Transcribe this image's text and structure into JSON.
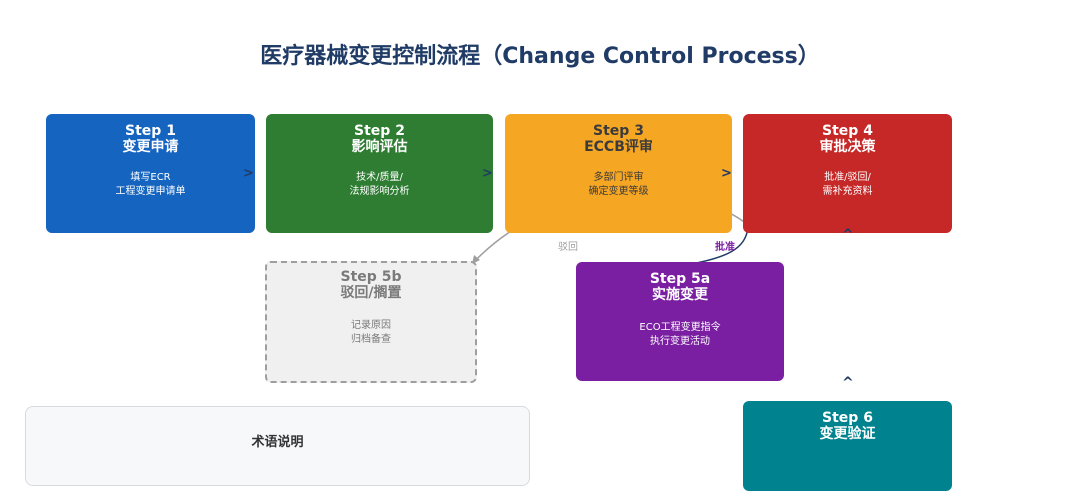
{
  "title": "医疗器械变更控制流程（Change Control Process）",
  "steps": {
    "s1": {
      "num": "Step 1",
      "name": "变更申请",
      "desc": "填写ECR\n工程变更申请单",
      "color": "#1565c0"
    },
    "s2": {
      "num": "Step 2",
      "name": "影响评估",
      "desc": "技术/质量/\n法规影响分析",
      "color": "#2e7d32"
    },
    "s3": {
      "num": "Step 3",
      "name": "ECCB评审",
      "desc": "多部门评审\n确定变更等级",
      "color": "#f5a623"
    },
    "s4": {
      "num": "Step 4",
      "name": "审批决策",
      "desc": "批准/驳回/\n需补充资料",
      "color": "#c62828"
    },
    "s5a": {
      "num": "Step 5a",
      "name": "实施变更",
      "desc": "ECO工程变更指令\n执行变更活动",
      "color": "#7b1fa2"
    },
    "s5b": {
      "num": "Step 5b",
      "name": "驳回/搁置",
      "desc": "记录原因\n归档备查",
      "color": "#f0f0f0"
    },
    "s6": {
      "num": "Step 6",
      "name": "变更验证",
      "desc": "",
      "color": "#00838f"
    }
  },
  "edges": {
    "reject_label": "驳回",
    "approve_label": "批准"
  },
  "glossary": {
    "title": "术语说明"
  }
}
